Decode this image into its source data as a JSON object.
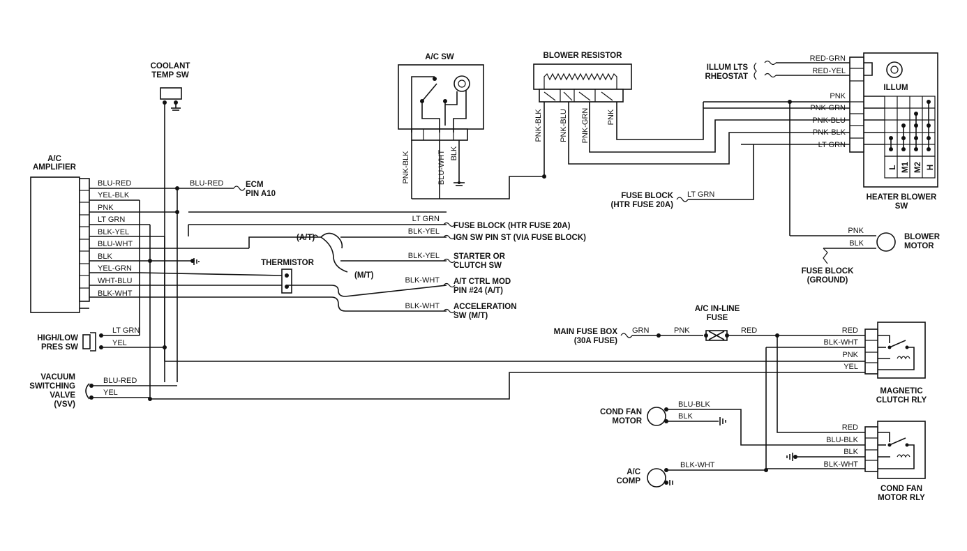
{
  "components": {
    "coolant_temp_sw": [
      "COOLANT",
      "TEMP SW"
    ],
    "ac_sw": "A/C SW",
    "blower_resistor": "BLOWER RESISTOR",
    "illum_lts_rheostat": [
      "ILLUM LTS",
      "RHEOSTAT"
    ],
    "illum": "ILLUM",
    "heater_blower_sw": [
      "HEATER BLOWER",
      "SW"
    ],
    "heater_blower_positions": [
      "L",
      "M1",
      "M2",
      "H"
    ],
    "ac_amplifier": [
      "A/C",
      "AMPLIFIER"
    ],
    "ecm_pin": [
      "ECM",
      "PIN A10"
    ],
    "fuse_block_htr_top": [
      "FUSE BLOCK",
      "(HTR FUSE 20A)"
    ],
    "thermistor": "THERMISTOR",
    "fuse_block_htr": "FUSE BLOCK (HTR FUSE 20A)",
    "ign_sw": "IGN SW PIN ST (VIA FUSE BLOCK)",
    "starter_clutch": [
      "STARTER OR",
      "CLUTCH SW"
    ],
    "at_ctrl_mod": [
      "A/T CTRL MOD",
      "PIN #24 (A/T)"
    ],
    "acceleration_sw": [
      "ACCELERATION",
      "SW (M/T)"
    ],
    "at_label": "(A/T)",
    "mt_label": "(M/T)",
    "blower_motor": [
      "BLOWER",
      "MOTOR"
    ],
    "fuse_block_ground": [
      "FUSE BLOCK",
      "(GROUND)"
    ],
    "high_low_pres_sw": [
      "HIGH/LOW",
      "PRES SW"
    ],
    "vsv": [
      "VACUUM",
      "SWITCHING",
      "VALVE",
      "(VSV)"
    ],
    "main_fuse_box": [
      "MAIN FUSE BOX",
      "(30A FUSE)"
    ],
    "ac_inline_fuse": [
      "A/C IN-LINE",
      "FUSE"
    ],
    "magnetic_clutch_rly": [
      "MAGNETIC",
      "CLUTCH RLY"
    ],
    "cond_fan_motor": [
      "COND FAN",
      "MOTOR"
    ],
    "ac_comp": [
      "A/C",
      "COMP"
    ],
    "cond_fan_motor_rly": [
      "COND FAN",
      "MOTOR RLY"
    ]
  },
  "wires": {
    "amp_pins": [
      "BLU-RED",
      "YEL-BLK",
      "PNK",
      "LT GRN",
      "BLK-YEL",
      "BLU-WHT",
      "BLK",
      "YEL-GRN",
      "WHT-BLU",
      "BLK-WHT"
    ],
    "ecm_wire": "BLU-RED",
    "ac_sw_wires": [
      "PNK-BLK",
      "BLU-WHT",
      "BLK"
    ],
    "blower_resistor_wires": [
      "PNK-BLK",
      "PNK-BLU",
      "PNK-GRN",
      "PNK"
    ],
    "illum_wires": [
      "RED-GRN",
      "RED-YEL"
    ],
    "heater_sw_wires": [
      "PNK",
      "PNK-GRN",
      "PNK-BLU",
      "PNK-BLK",
      "LT GRN"
    ],
    "fuse_block_ltgrn": "LT GRN",
    "right_branch_wires": [
      "LT GRN",
      "BLK-YEL",
      "BLK-YEL",
      "BLK-WHT",
      "BLK-WHT"
    ],
    "blower_motor_wires": [
      "PNK",
      "BLK"
    ],
    "pres_sw_wires": [
      "LT GRN",
      "YEL"
    ],
    "vsv_wires": [
      "BLU-RED",
      "YEL"
    ],
    "main_fuse_grn": "GRN",
    "inline_pnk": "PNK",
    "inline_red": "RED",
    "mag_rly_wires": [
      "RED",
      "BLK-WHT",
      "PNK",
      "YEL"
    ],
    "cond_fan_motor_wires": [
      "BLU-BLK",
      "BLK"
    ],
    "cond_rly_wires": [
      "RED",
      "BLU-BLK",
      "BLK",
      "BLK-WHT"
    ],
    "ac_comp_wire": "BLK-WHT"
  }
}
